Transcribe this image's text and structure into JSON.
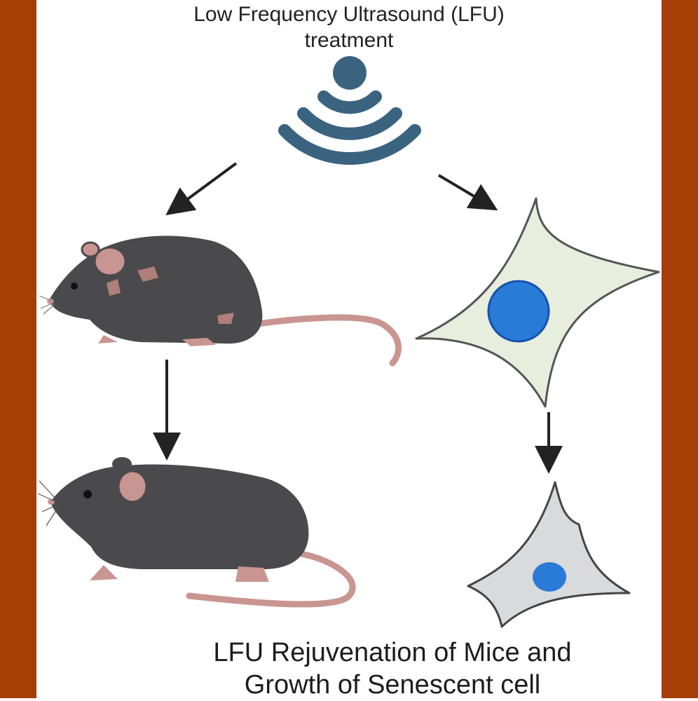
{
  "title_lines": [
    "Low Frequency Ultrasound (LFU)",
    "treatment"
  ],
  "caption_lines": [
    "LFU Rejuvenation of Mice and",
    "Growth of Senescent cell"
  ],
  "colors": {
    "frame": "#a53f05",
    "signal": "#3a6380",
    "mouse_fur": "#4a4a4c",
    "mouse_pink": "#c99590",
    "cell_healthy": "#e8eedd",
    "cell_senescent": "#d8dadc",
    "nucleus": "#2a7ad8",
    "arrow": "#222222"
  },
  "icons": [
    "ultrasound-signal-icon",
    "aged-mouse-icon",
    "rejuvenated-mouse-icon",
    "healthy-cell-icon",
    "senescent-cell-icon"
  ]
}
